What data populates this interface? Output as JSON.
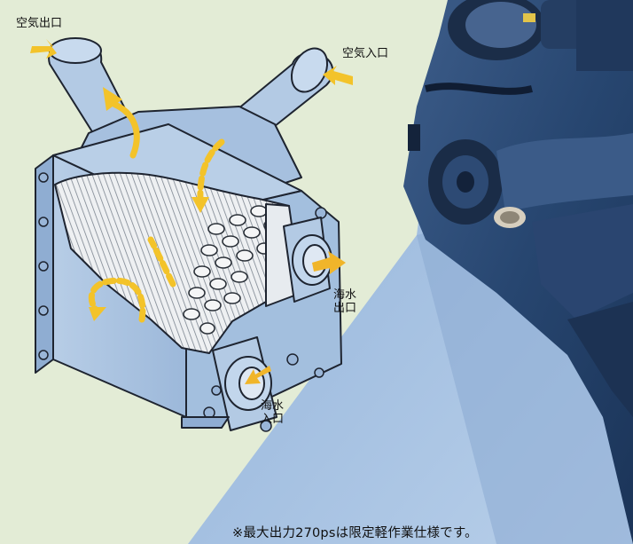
{
  "labels": {
    "air_outlet": "空気出口",
    "air_inlet": "空気入口",
    "seawater_outlet_1": "海水",
    "seawater_outlet_2": "出口",
    "seawater_inlet_1": "海水",
    "seawater_inlet_2": "入口"
  },
  "footnote": "※最大出力270psは限定軽作業仕様です。",
  "colors": {
    "background": "#e3ecd6",
    "engine_backdrop": "#2c4a74",
    "body_fill": "#a9c3e0",
    "outline": "#1e2430",
    "airflow_arrow": "#f3c32a",
    "seawater_arrow": "#f0b52a"
  }
}
